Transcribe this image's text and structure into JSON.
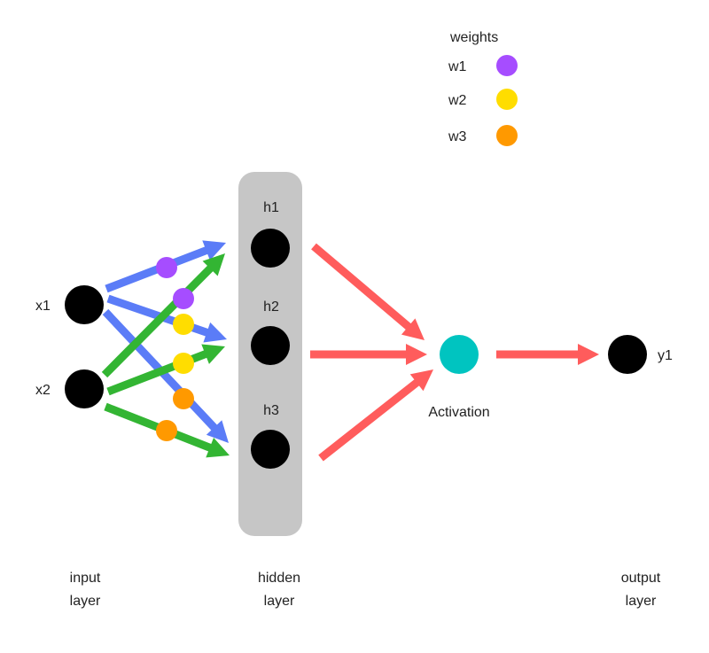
{
  "legend": {
    "title": "weights",
    "items": [
      {
        "label": "w1",
        "color": "#A64DFF"
      },
      {
        "label": "w2",
        "color": "#FFDD00"
      },
      {
        "label": "w3",
        "color": "#FF9900"
      }
    ]
  },
  "colors": {
    "node": "#000000",
    "hidden_panel": "#C6C6C6",
    "x1_edges": "#5B7CF7",
    "x2_edges": "#33B533",
    "activation_edges": "#FF5C5C",
    "activation_node": "#00C4C0"
  },
  "nodes": {
    "x1": {
      "label": "x1"
    },
    "x2": {
      "label": "x2"
    },
    "h1": {
      "label": "h1"
    },
    "h2": {
      "label": "h2"
    },
    "h3": {
      "label": "h3"
    },
    "activation": {
      "label": "Activation"
    },
    "y1": {
      "label": "y1"
    }
  },
  "edges": [
    {
      "from": "x1",
      "to": "h1",
      "weight": "w1"
    },
    {
      "from": "x1",
      "to": "h2",
      "weight": "w2"
    },
    {
      "from": "x1",
      "to": "h3",
      "weight": "w3"
    },
    {
      "from": "x2",
      "to": "h1",
      "weight": "w1"
    },
    {
      "from": "x2",
      "to": "h2",
      "weight": "w2"
    },
    {
      "from": "x2",
      "to": "h3",
      "weight": "w3"
    },
    {
      "from": "h1",
      "to": "activation"
    },
    {
      "from": "h2",
      "to": "activation"
    },
    {
      "from": "h3",
      "to": "activation"
    },
    {
      "from": "activation",
      "to": "y1"
    }
  ],
  "layers": {
    "input": [
      "input",
      "layer"
    ],
    "hidden": [
      "hidden",
      "layer"
    ],
    "output": [
      "output",
      "layer"
    ]
  }
}
